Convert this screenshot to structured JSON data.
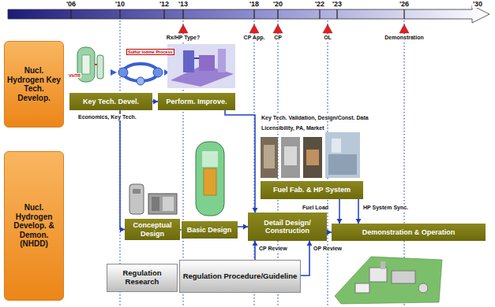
{
  "diagram": {
    "nodes": [
      {
        "text": [
          "Nucl. Hydrogen Key Tech. Develop."
        ]
      },
      {
        "text": [
          "Key Tech. Devel."
        ]
      },
      {
        "text": [
          "Perform. Improve."
        ]
      },
      {
        "text": [
          "Fuel Fab. & HP System"
        ]
      },
      {
        "text": [
          "Nucl. Hydrogen Develop. & Demon. (NHDD)"
        ]
      },
      {
        "text": [
          "Conceptual Design"
        ]
      },
      {
        "text": [
          "Basic Design"
        ]
      },
      {
        "text": [
          "Detail Design/ Construction"
        ]
      },
      {
        "text": [
          "Demonstration & Operation"
        ]
      },
      {
        "text": [
          "Regulation Research"
        ]
      },
      {
        "text": [
          "Regulation Procedure/Guideline"
        ]
      }
    ],
    "edges": [
      {
        "from": 1,
        "to": 2,
        "arrow": "to"
      },
      {
        "from": 1,
        "to": 5,
        "arrow": "to"
      },
      {
        "from": 2,
        "to": 7,
        "arrow": "to"
      },
      {
        "from": 5,
        "to": 6,
        "arrow": "to"
      },
      {
        "from": 6,
        "to": 7,
        "arrow": "to"
      },
      {
        "from": 7,
        "to": 8,
        "arrow": "to"
      },
      {
        "from": 3,
        "to": 8,
        "label": "Fuel Load",
        "arrow": "to"
      },
      {
        "from": 3,
        "to": 8,
        "label": "HP System Sync.",
        "arrow": "to"
      },
      {
        "from": 10,
        "to": 7,
        "label": "CP Review",
        "arrow": "to"
      },
      {
        "from": 10,
        "to": 7,
        "label": "OP Review",
        "arrow": "to"
      }
    ],
    "labels": [
      "'06",
      "'10",
      "'12",
      "'13",
      "'18",
      "'20",
      "'22",
      "'23",
      "'26",
      "'30",
      "Rx/HP Type?",
      "CP App.",
      "CP",
      "OL",
      "Demonstration",
      "VHTR",
      "Sulfur Iodine Process",
      "Economics, Key Tech.",
      "Key Tech. Validation, Design/Const. Data",
      "Licensibility, PA, Market"
    ]
  }
}
